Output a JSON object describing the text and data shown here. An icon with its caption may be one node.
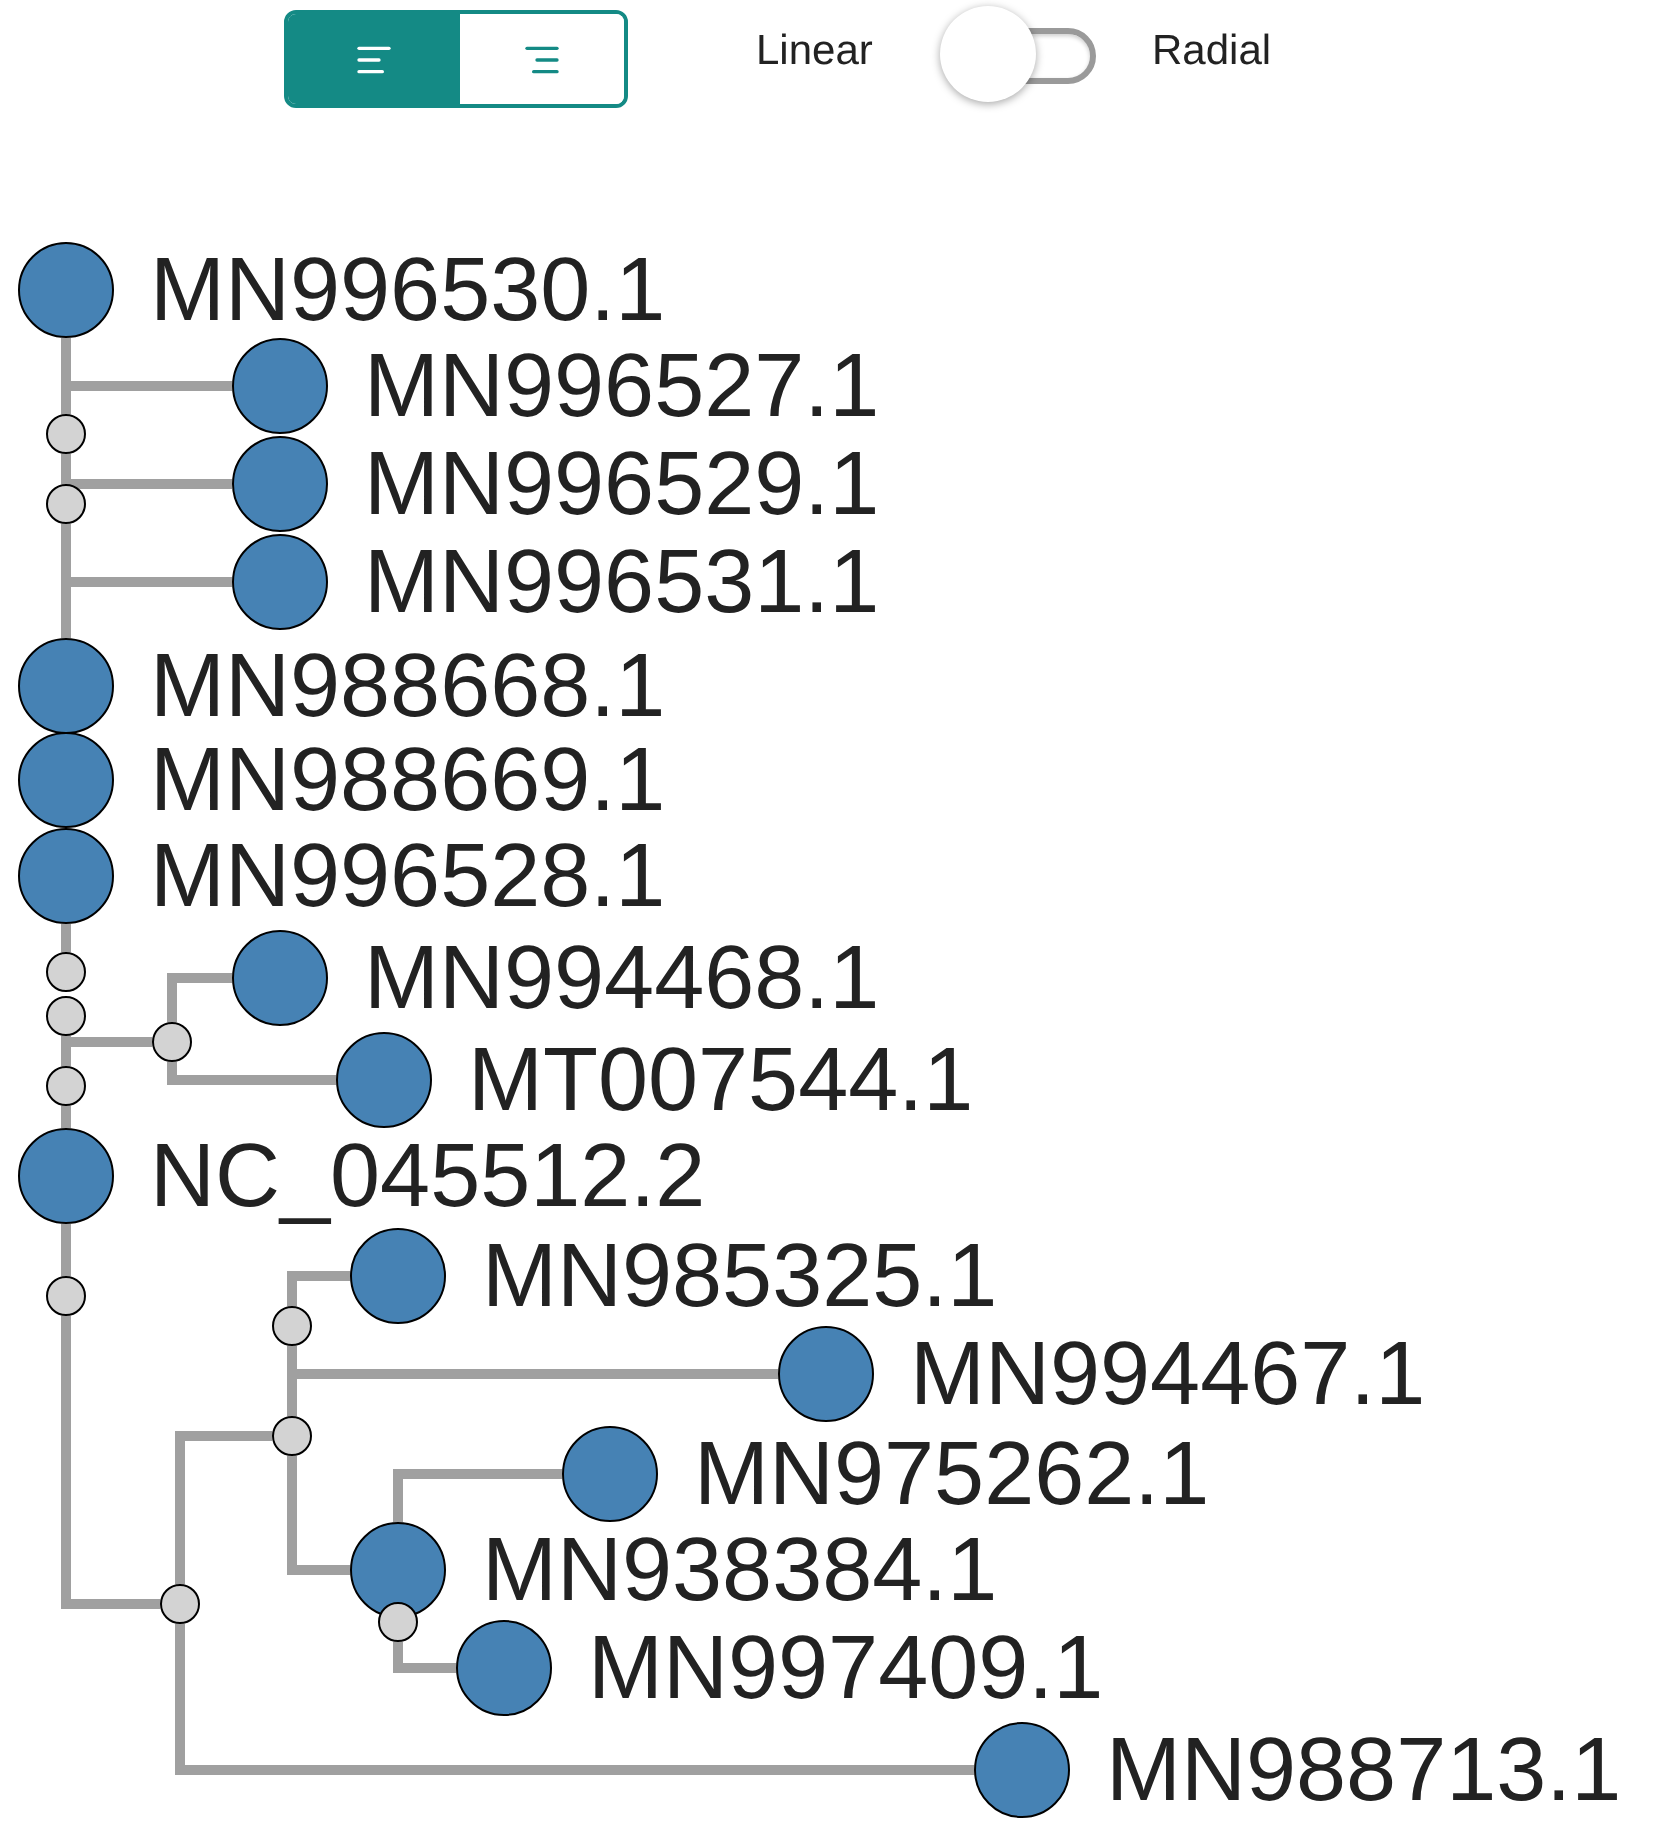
{
  "diagram": {
    "nodes": [
      {
        "text": [
          "MN996530.1"
        ]
      },
      {
        "text": [
          "MN996527.1"
        ]
      },
      {
        "text": [
          "MN996529.1"
        ]
      },
      {
        "text": [
          "MN996531.1"
        ]
      },
      {
        "text": [
          "MN988668.1"
        ]
      },
      {
        "text": [
          "MN988669.1"
        ]
      },
      {
        "text": [
          "MN996528.1"
        ]
      },
      {
        "text": [
          "MN994468.1"
        ]
      },
      {
        "text": [
          "MT007544.1"
        ]
      },
      {
        "text": [
          "NC_045512.2"
        ]
      },
      {
        "text": [
          "MN985325.1"
        ]
      },
      {
        "text": [
          "MN994467.1"
        ]
      },
      {
        "text": [
          "MN975262.1"
        ]
      },
      {
        "text": [
          "MN938384.1"
        ]
      },
      {
        "text": [
          "MN997409.1"
        ]
      },
      {
        "text": [
          "MN988713.1"
        ]
      },
      {
        "text": [],
        "shape": "circle"
      },
      {
        "text": [],
        "shape": "circle"
      },
      {
        "text": [],
        "shape": "circle"
      },
      {
        "text": [],
        "shape": "circle"
      },
      {
        "text": [],
        "shape": "circle"
      },
      {
        "text": [],
        "shape": "circle"
      },
      {
        "text": [],
        "shape": "circle"
      },
      {
        "text": [],
        "shape": "circle"
      },
      {
        "text": [],
        "shape": "circle"
      },
      {
        "text": [],
        "shape": "circle"
      },
      {
        "text": [],
        "shape": "circle"
      }
    ],
    "edges": [
      {
        "from": 0,
        "to": 1,
        "arrow": "none"
      },
      {
        "from": 0,
        "to": 16,
        "arrow": "none"
      },
      {
        "from": 17,
        "to": 2,
        "arrow": "none"
      },
      {
        "from": 16,
        "to": 17,
        "arrow": "none"
      },
      {
        "from": 17,
        "to": 3,
        "arrow": "none"
      },
      {
        "from": 17,
        "to": 4,
        "arrow": "none"
      },
      {
        "from": 6,
        "to": 18,
        "arrow": "none"
      },
      {
        "from": 19,
        "to": 20,
        "arrow": "none"
      },
      {
        "from": 20,
        "to": 7,
        "arrow": "none"
      },
      {
        "from": 20,
        "to": 8,
        "arrow": "none"
      },
      {
        "from": 19,
        "to": 21,
        "arrow": "none"
      },
      {
        "from": 21,
        "to": 9,
        "arrow": "none"
      },
      {
        "from": 9,
        "to": 22,
        "arrow": "none"
      },
      {
        "from": 22,
        "to": 26,
        "arrow": "none"
      },
      {
        "from": 26,
        "to": 24,
        "arrow": "none"
      },
      {
        "from": 26,
        "to": 15,
        "arrow": "none"
      },
      {
        "from": 24,
        "to": 23,
        "arrow": "none"
      },
      {
        "from": 23,
        "to": 10,
        "arrow": "none"
      },
      {
        "from": 23,
        "to": 11,
        "arrow": "none"
      },
      {
        "from": 24,
        "to": 13,
        "arrow": "none"
      },
      {
        "from": 13,
        "to": 12,
        "arrow": "none"
      },
      {
        "from": 25,
        "to": 14,
        "arrow": "none"
      }
    ],
    "labels": [
      "Linear",
      "Radial"
    ]
  }
}
